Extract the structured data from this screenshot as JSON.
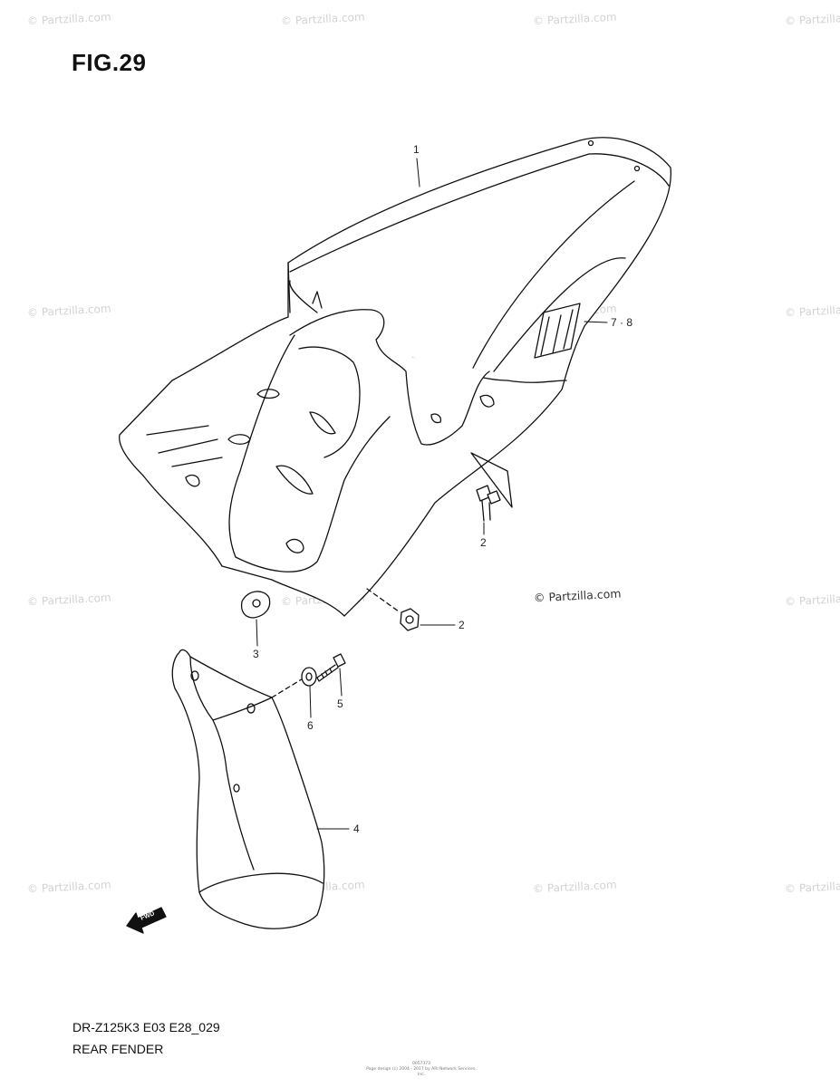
{
  "figure": {
    "title": "FIG.29",
    "code": "DR-Z125K3 E03 E28_029",
    "name": "REAR FENDER",
    "fine_print": [
      "0057373",
      "Page design (c) 2004 - 2017 by ARI Network Services, Inc."
    ]
  },
  "watermark": {
    "text": "© Partzilla.com",
    "copyright": "© Partzilla.com"
  },
  "callouts": {
    "rear_fender": "1",
    "bolt_upper": "2",
    "bolt_lower": "2",
    "cushion": "3",
    "mud_flap": "4",
    "screw": "5",
    "washer": "6",
    "emblem": "7 · 8"
  },
  "icons": {
    "fwd_arrow": "fwd-arrow-icon",
    "fwd_text": "FWD"
  }
}
